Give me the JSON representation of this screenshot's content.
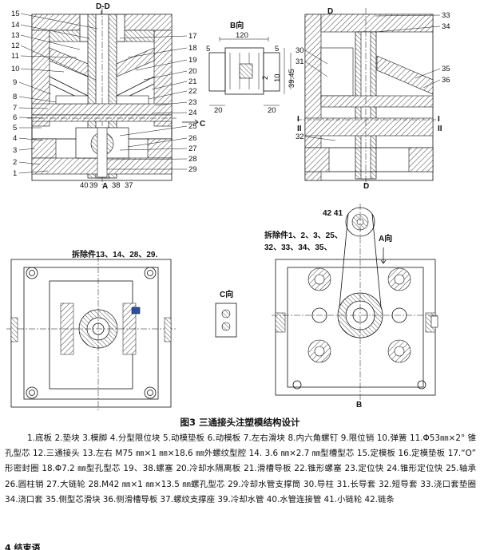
{
  "views": {
    "dd_title": "D-D",
    "b_view": "B向",
    "b_dim_width": "120",
    "b_dim_5_left": "5",
    "b_dim_5_right": "5",
    "b_dim_2": "2",
    "b_dim_20_left": "20",
    "b_dim_20_right": "20",
    "b_dim_10": "10",
    "b_dim_3945": "39.45",
    "c_arrow": "C",
    "a_arrow": "A",
    "a_arrow_bottom": "A",
    "d_top_right": "D",
    "d_bottom_right": "D",
    "section_i": "I",
    "section_ii": "II",
    "section_i_b": "I",
    "section_ii_b": "II",
    "c_view": "C向",
    "a_view": "A向",
    "b_arrow": "B",
    "remove_parts_left": "拆除件13、14、28、29.",
    "remove_parts_right_l1": "拆除件1、2、3、25、",
    "remove_parts_right_l2": "32、33、34、35、",
    "label_4241": "42 41"
  },
  "part_numbers_left": [
    "15",
    "14",
    "13",
    "12",
    "11",
    "10",
    "9",
    "8",
    "7",
    "6",
    "5",
    "4",
    "3",
    "2",
    "1"
  ],
  "part_numbers_mid": [
    "17",
    "18",
    "19",
    "20",
    "21",
    "22",
    "23",
    "24",
    "25",
    "26",
    "27",
    "28",
    "29"
  ],
  "part_numbers_bottom": [
    "40",
    "39",
    "38",
    "37"
  ],
  "part_numbers_right_a": [
    "30",
    "31",
    "32"
  ],
  "part_numbers_right_b": [
    "33",
    "34",
    "35",
    "36"
  ],
  "caption": "图3 三通接头注塑模结构设计",
  "legend": "1.底板 2.垫块 3.模脚 4.分型限位块 5.动模垫板 6.动模板 7.左右滑块 8.内六角螺钉 9.限位销 10.弹簧 11.Φ53㎜×2° 锥孔型芯 12.三通接头 13.左右 M75 ㎜×1 ㎜×18.6 ㎜外螺纹型腔 14. 3.6 ㎜×2.7 ㎜型槽型芯 15.定模板 16.定模垫板 17.“O” 形密封圈 18.Φ7.2 ㎜型孔型芯 19、38.螺塞 20.冷却水隔离板 21.滑槽导板 22.锥形螺塞 23.定位快 24.锥形定位快 25.轴承 26.圆柱销 27.大链轮 28.M42 ㎜×1 ㎜×13.5 ㎜螺孔型芯 29.冷却水管支撑筒 30.导柱 31.长导套 32.短导套 33.浇口套垫圈 34.浇口套 35.侧型芯滑块 36.侧滑槽导板 37.螺纹支撑座 39.冷却水管 40.水管连接管 41.小链轮 42.链条",
  "tail": "4 结束语"
}
